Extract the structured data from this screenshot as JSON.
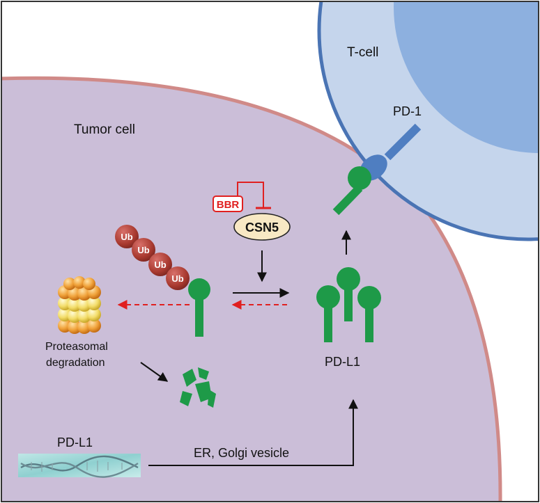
{
  "labels": {
    "t_cell": "T-cell",
    "pd1": "PD-1",
    "tumor_cell": "Tumor cell",
    "bbr": "BBR",
    "csn5": "CSN5",
    "ub": [
      "Ub",
      "Ub",
      "Ub",
      "Ub"
    ],
    "proteasomal": "Proteasomal",
    "degradation": "degradation",
    "pdl1_cluster": "PD-L1",
    "pdl1_gene": "PD-L1",
    "er_golgi": "ER, Golgi vesicle"
  },
  "colors": {
    "tumor_fill": "#cbbed8",
    "tumor_edge": "#d08a88",
    "tcell_outer": "#c5d5ec",
    "tcell_inner": "#8db0df",
    "tcell_edge": "#4a74b4",
    "pd1_blue": "#4f7ec1",
    "pdl1_green": "#1e9a48",
    "ub_red": "#a33a30",
    "inhibit_red": "#e02020",
    "csn5_fill": "#f8e8c4"
  }
}
